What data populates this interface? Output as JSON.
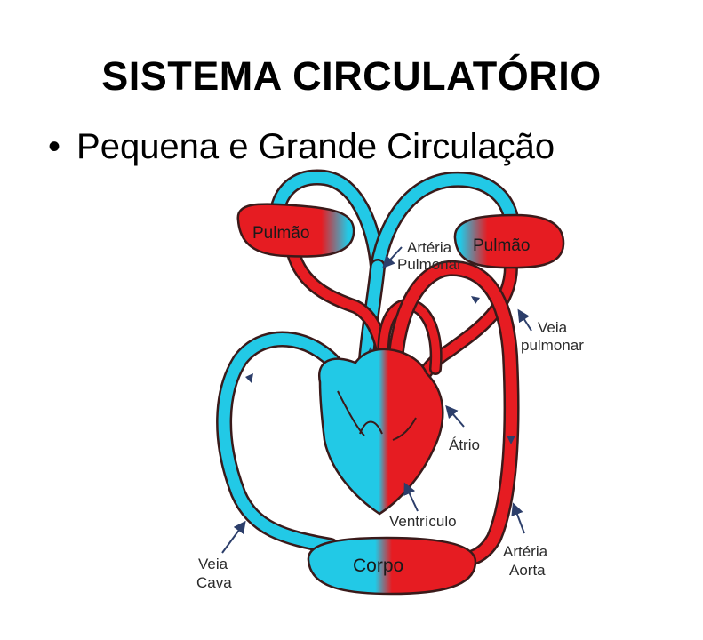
{
  "title": "SISTEMA CIRCULATÓRIO",
  "subtitle": {
    "bullet": "•",
    "text": "Pequena e Grande Circulação"
  },
  "colors": {
    "venous": "#22c9e6",
    "arterial": "#e61c22",
    "outline": "#3a1a1a",
    "arrow": "#2c3e6a"
  },
  "organs": {
    "lung_left": "Pulmão",
    "lung_right": "Pulmão",
    "body": "Corpo"
  },
  "labels": {
    "pulmonary_artery": [
      "Artéria",
      "Pulmonar"
    ],
    "pulmonary_vein": [
      "Veia",
      "pulmonar"
    ],
    "atrium": "Átrio",
    "ventricle": "Ventrículo",
    "vena_cava": [
      "Veia",
      "Cava"
    ],
    "aorta": [
      "Artéria",
      "Aorta"
    ]
  }
}
